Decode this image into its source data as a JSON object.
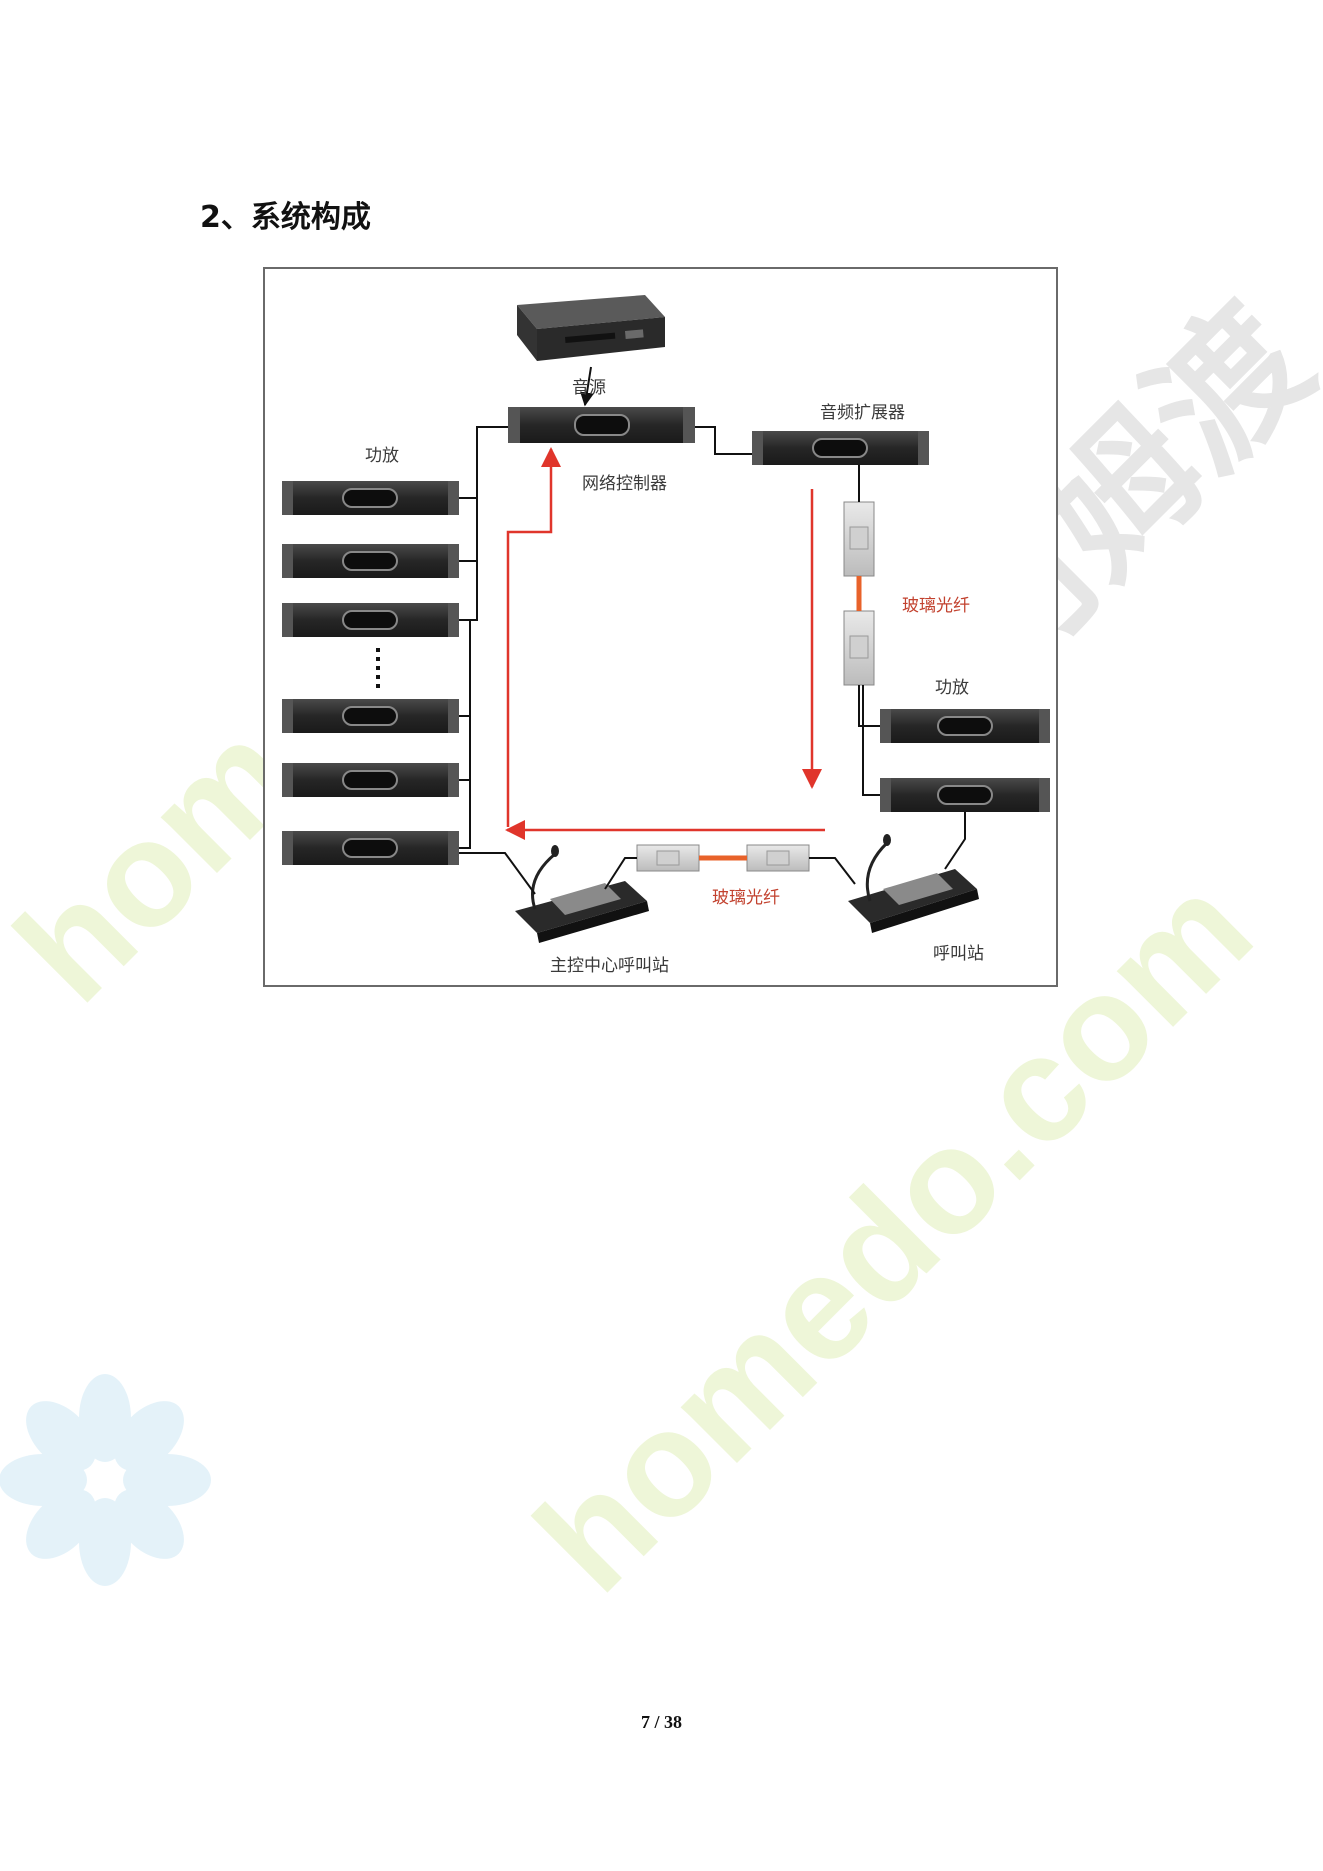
{
  "section_title": "2、系统构成",
  "diagram": {
    "labels": {
      "audio_source": "音源",
      "network_controller": "网络控制器",
      "audio_expander": "音频扩展器",
      "amplifier_left": "功放",
      "amplifier_right": "功放",
      "fiber_right": "玻璃光纤",
      "fiber_bottom": "玻璃光纤",
      "main_call_station": "主控中心呼叫站",
      "call_station": "呼叫站"
    }
  },
  "watermark": {
    "brand": "河姆渡",
    "domain": "homedo.com"
  },
  "footer": {
    "page_indicator": "7 / 38"
  },
  "colors": {
    "signal_arrow": "#e0352b",
    "fiber": "#e8622a",
    "device_body": "#2b2b2b",
    "watermark_green": "#e6f2c8",
    "watermark_blue": "#d8eef6"
  }
}
